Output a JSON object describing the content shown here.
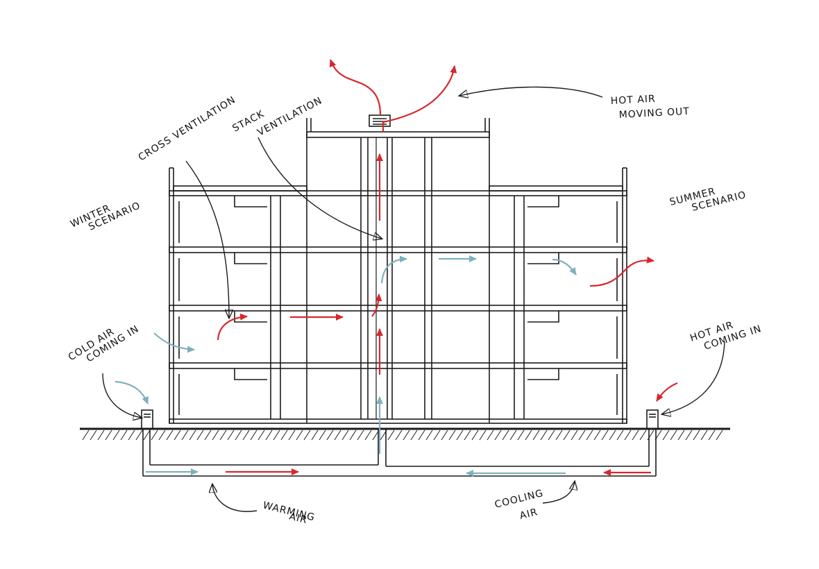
{
  "labels": {
    "winter_1": "WINTER",
    "winter_2": "SCENARIO",
    "summer_1": "SUMMER",
    "summer_2": "SCENARIO",
    "cross_ventilation": "CROSS VENTILATION",
    "stack_1": "STACK",
    "stack_2": "VENTILATION",
    "hot_out_1": "HOT AIR",
    "hot_out_2": "MOVING OUT",
    "cold_in_1": "COLD AIR",
    "cold_in_2": "COMING IN",
    "hot_in_1": "HOT AIR",
    "hot_in_2": "COMING IN",
    "warming_1": "WARMING",
    "warming_2": "AIR",
    "cooling_1": "COOLING",
    "cooling_2": "AIR"
  },
  "colors": {
    "ink": "#1a1a1a",
    "hot": "#d6272d",
    "cold": "#7fb0bd"
  }
}
